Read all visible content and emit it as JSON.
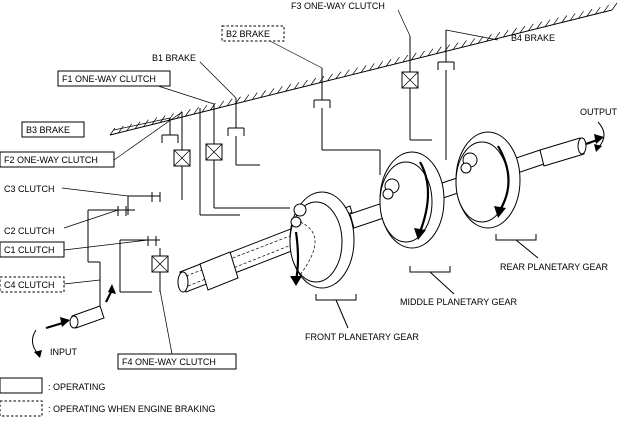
{
  "labels": {
    "f3_one_way_clutch": "F3 ONE-WAY CLUTCH",
    "b2_brake": "B2 BRAKE",
    "b4_brake": "B4 BRAKE",
    "b1_brake": "B1 BRAKE",
    "f1_one_way_clutch": "F1 ONE-WAY CLUTCH",
    "b3_brake": "B3 BRAKE",
    "f2_one_way_clutch": "F2 ONE-WAY CLUTCH",
    "c3_clutch": "C3 CLUTCH",
    "c2_clutch": "C2 CLUTCH",
    "c1_clutch": "C1 CLUTCH",
    "c4_clutch": "C4 CLUTCH",
    "f4_one_way_clutch": "F4 ONE-WAY CLUTCH",
    "output": "OUTPUT",
    "input": "INPUT",
    "front_planetary_gear": "FRONT PLANETARY GEAR",
    "middle_planetary_gear": "MIDDLE PLANETARY GEAR",
    "rear_planetary_gear": "REAR PLANETARY GEAR"
  },
  "legend": {
    "operating": ": OPERATING",
    "operating_engine_braking": ": OPERATING WHEN ENGINE BRAKING"
  }
}
